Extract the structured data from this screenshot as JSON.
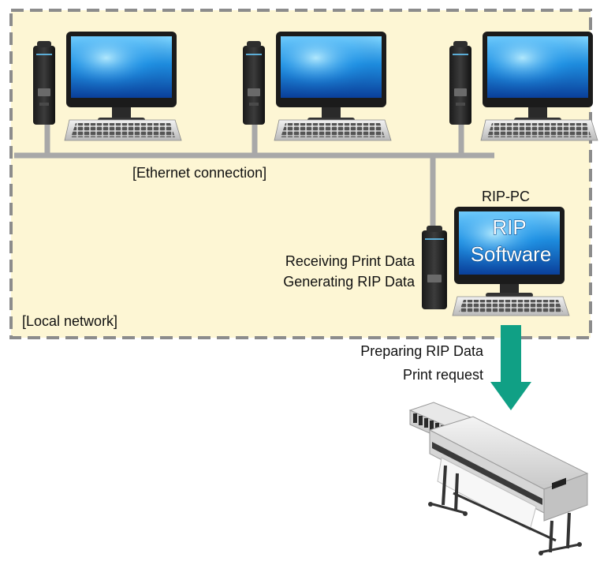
{
  "network": {
    "label": "[Local network]",
    "connection_label": "[Ethernet connection]"
  },
  "rip_pc": {
    "title": "RIP-PC",
    "screen_lines": [
      "RIP",
      "Software"
    ],
    "tasks": [
      "Receiving Print Data",
      "Generating RIP Data"
    ]
  },
  "transfer": {
    "lines": [
      "Preparing RIP Data",
      "Print request"
    ]
  },
  "colors": {
    "network_fill": "#fdf6d4",
    "network_border": "#8c8c8c",
    "arrow": "#10a085",
    "cable": "#a8a8a8"
  },
  "icons": [
    "desktop-pc-icon",
    "desktop-pc-icon",
    "desktop-pc-icon",
    "rip-pc-icon",
    "wide-format-printer-icon"
  ]
}
